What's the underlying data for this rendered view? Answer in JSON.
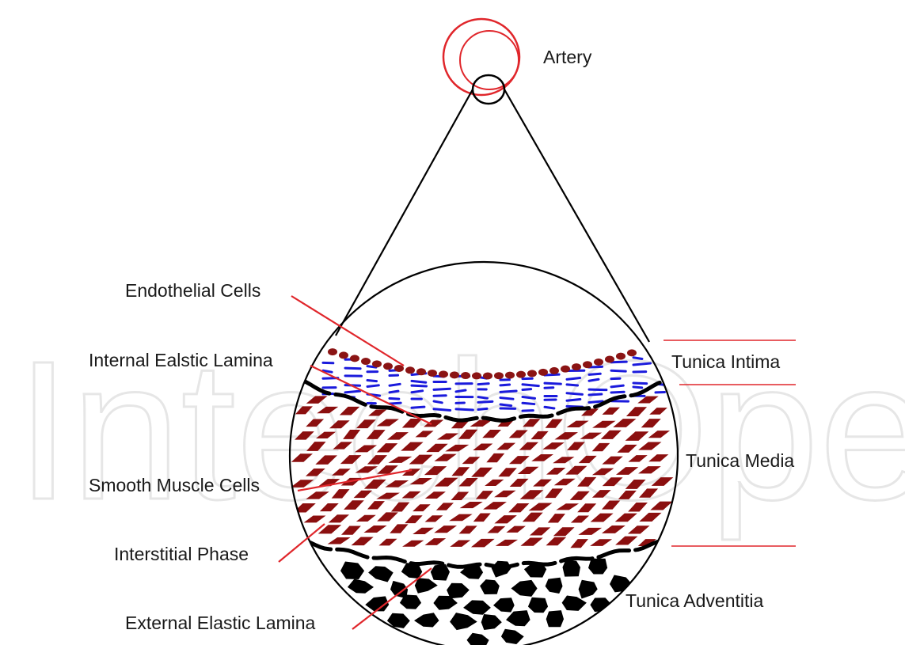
{
  "watermark": "IntechOpen",
  "colors": {
    "artery": "#e0262b",
    "endothelial": "#8b1414",
    "elastic_fibers": "#1a1adc",
    "smooth_muscle": "#8b0f0f",
    "adventitia": "#000000",
    "leader_line": "#e0262b",
    "tunica_divider": "#e0262b"
  },
  "labels": {
    "artery": "Artery",
    "endothelial_cells": "Endothelial Cells",
    "internal_elastic_lamina": "Internal Ealstic Lamina",
    "smooth_muscle_cells": "Smooth Muscle Cells",
    "interstitial_phase": "Interstitial Phase",
    "external_elastic_lamina": "External Elastic Lamina",
    "tunica_intima": "Tunica Intima",
    "tunica_media": "Tunica Media",
    "tunica_adventitia": "Tunica Adventitia"
  }
}
